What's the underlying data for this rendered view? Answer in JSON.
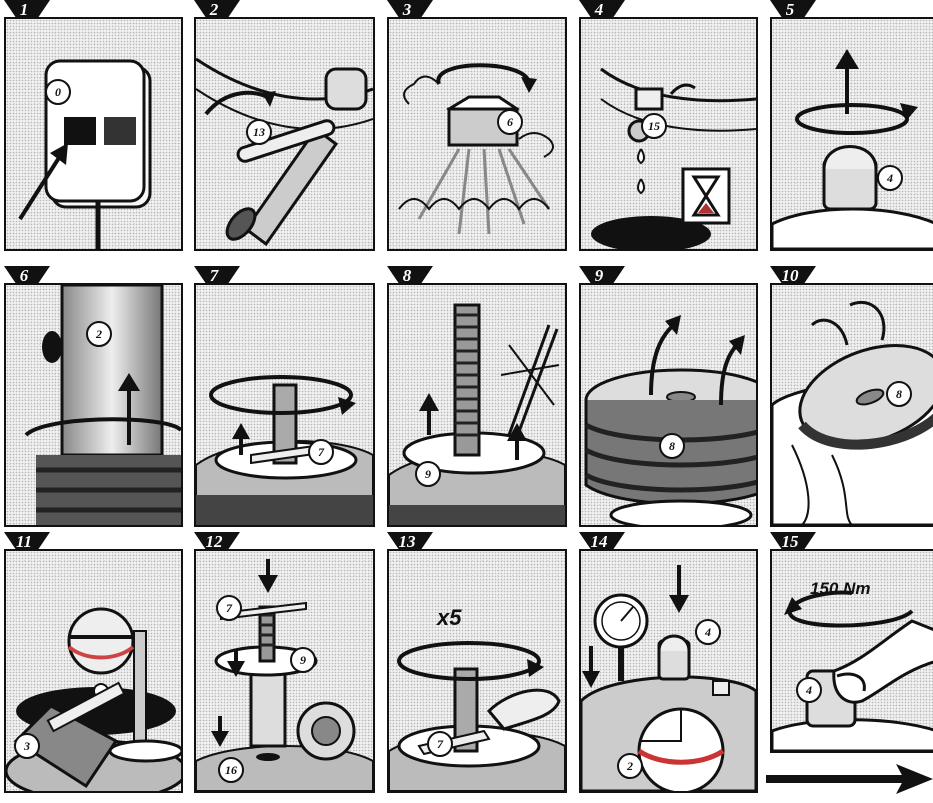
{
  "steps": [
    {
      "number": "1"
    },
    {
      "number": "2"
    },
    {
      "number": "3"
    },
    {
      "number": "4"
    },
    {
      "number": "5"
    },
    {
      "number": "6"
    },
    {
      "number": "7"
    },
    {
      "number": "8"
    },
    {
      "number": "9"
    },
    {
      "number": "10"
    },
    {
      "number": "11"
    },
    {
      "number": "12"
    },
    {
      "number": "13"
    },
    {
      "number": "14"
    },
    {
      "number": "15"
    }
  ],
  "callouts": {
    "p1": "0",
    "p2": "13",
    "p3": "6",
    "p4": "15",
    "p5": "4",
    "p6": "2",
    "p7": "7",
    "p8": "9",
    "p9": "8",
    "p10": "8",
    "p11": "3",
    "p12_a": "7",
    "p12_b": "9",
    "p12_c": "16",
    "p13": "7",
    "p14_a": "4",
    "p14_b": "2",
    "p15": "4"
  },
  "labels": {
    "repeat": "x5",
    "torque": "150 Nm"
  },
  "icons": {
    "step_marker": "triangle-badge",
    "rotation": "rotate-arrow-icon",
    "direction": "up-arrow-icon",
    "wait": "hourglass-icon",
    "next": "next-arrow-icon"
  }
}
